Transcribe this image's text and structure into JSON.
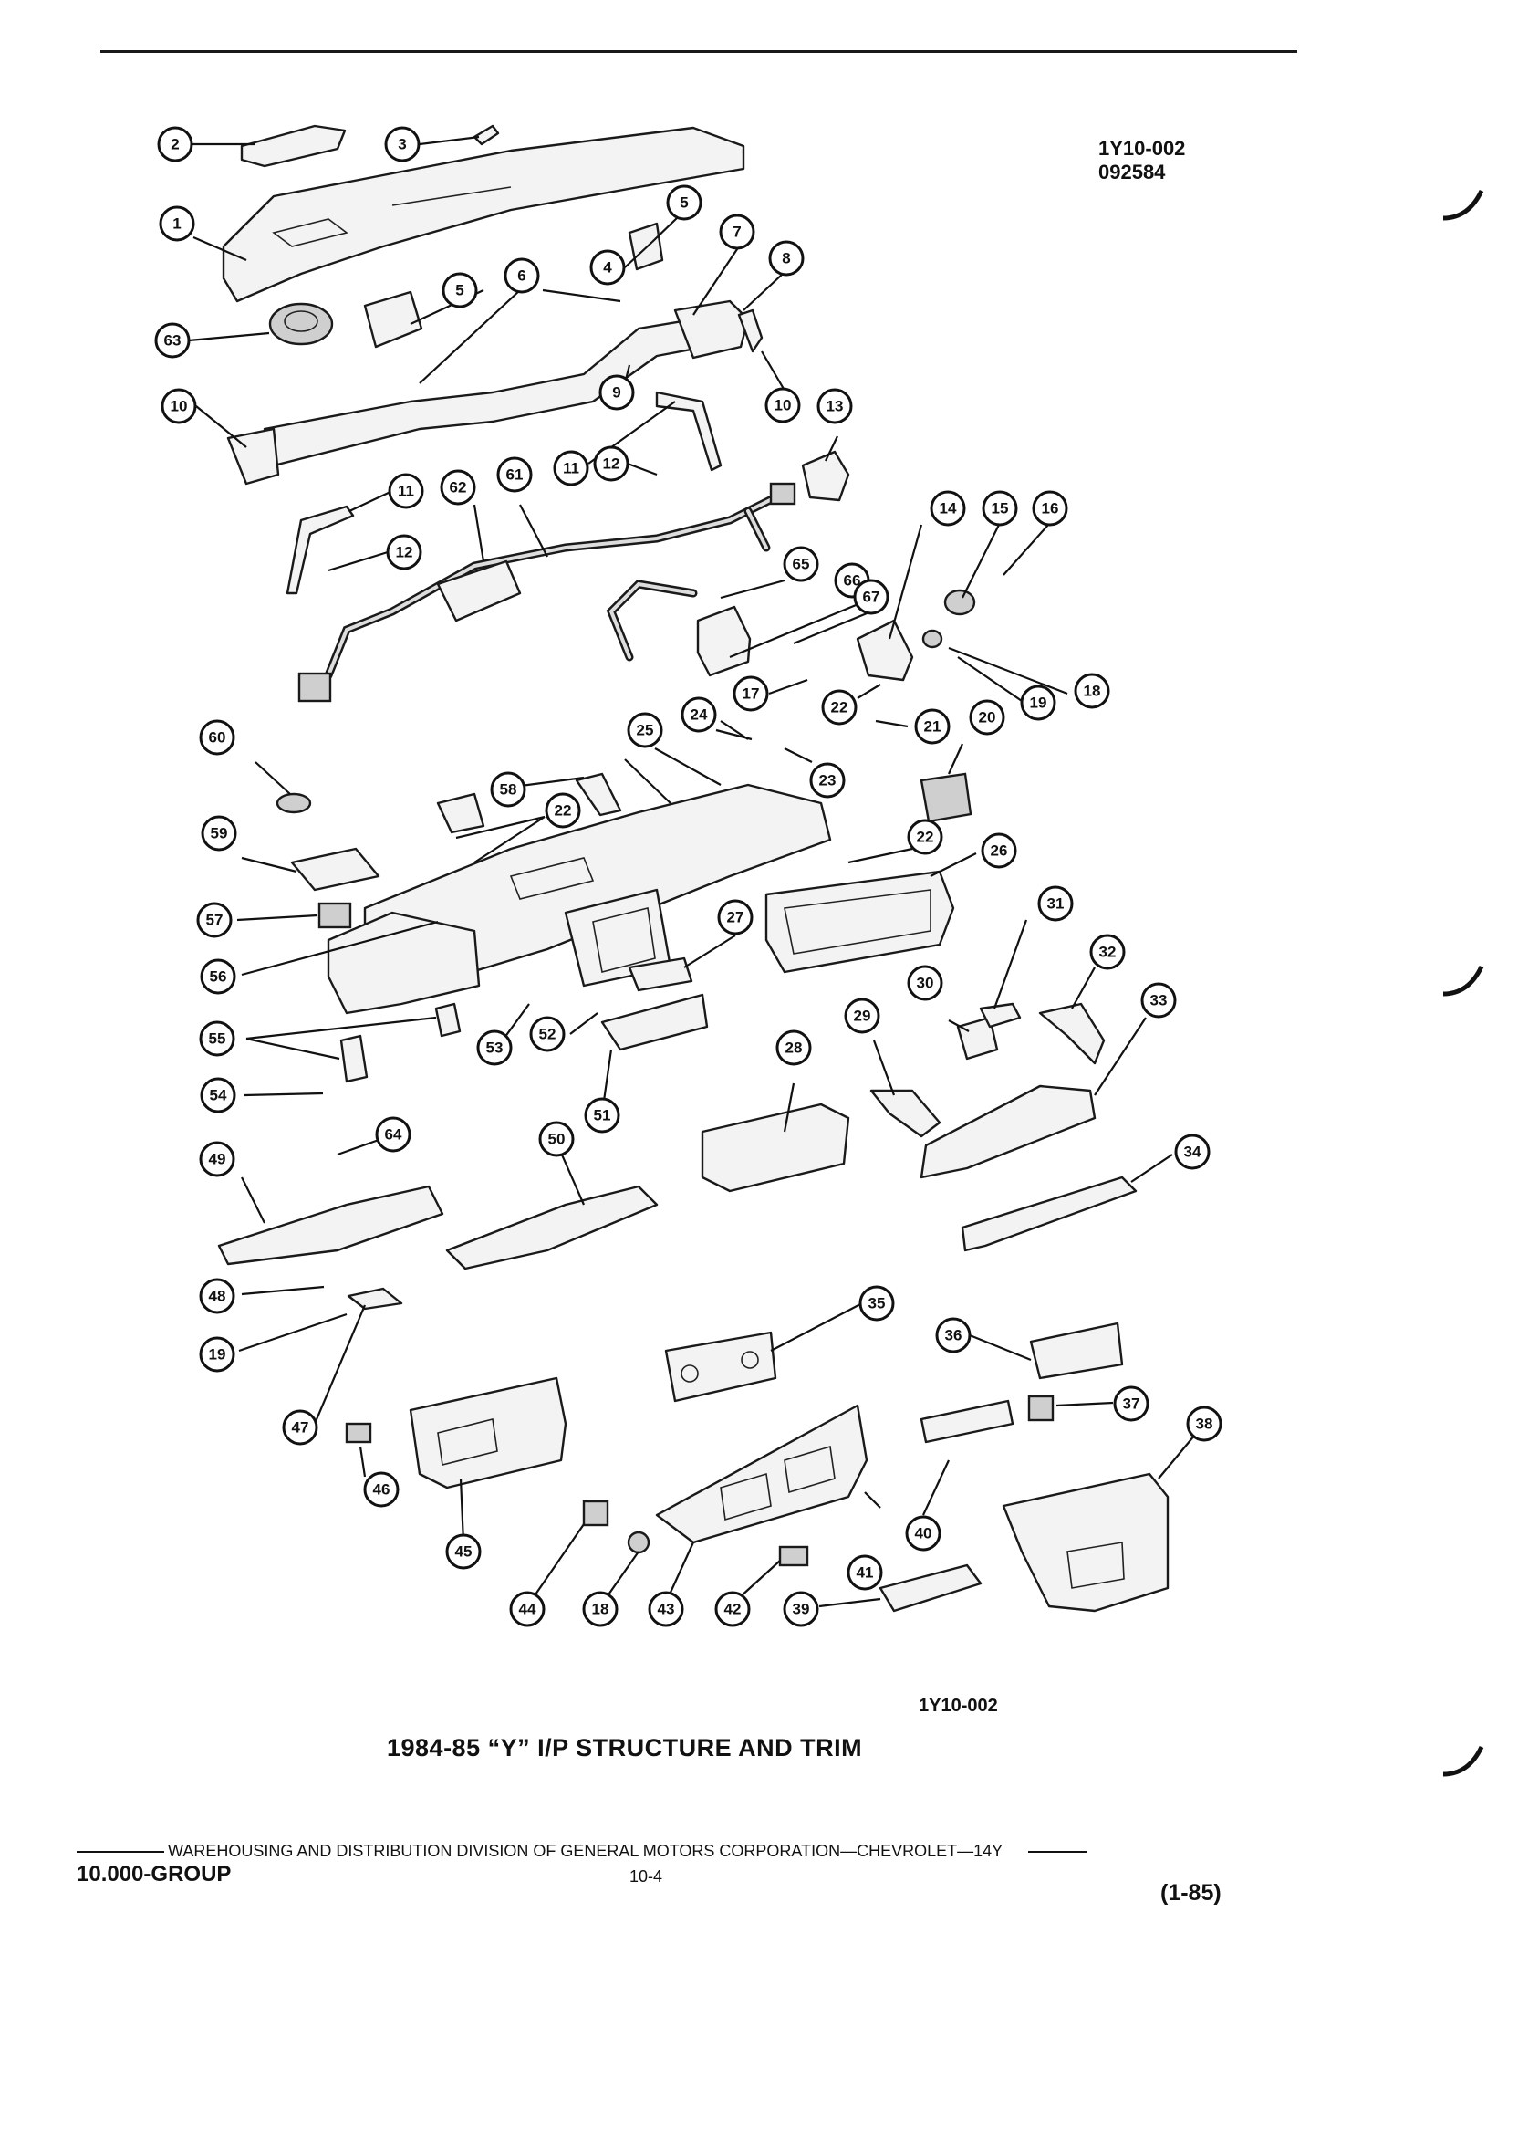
{
  "document": {
    "drawing_code_top": "1Y10-002",
    "drawing_date_code": "092584",
    "figure_code": "1Y10-002",
    "figure_title": "1984-85 “Y” I/P STRUCTURE AND TRIM"
  },
  "callouts": [
    "1",
    "2",
    "3",
    "4",
    "5",
    "6",
    "7",
    "8",
    "9",
    "10",
    "11",
    "12",
    "13",
    "14",
    "15",
    "16",
    "17",
    "18",
    "19",
    "20",
    "21",
    "22",
    "23",
    "24",
    "25",
    "26",
    "27",
    "28",
    "29",
    "30",
    "31",
    "32",
    "33",
    "34",
    "35",
    "36",
    "37",
    "38",
    "39",
    "40",
    "41",
    "42",
    "43",
    "44",
    "45",
    "46",
    "47",
    "48",
    "49",
    "50",
    "51",
    "52",
    "53",
    "54",
    "55",
    "56",
    "57",
    "58",
    "59",
    "60",
    "61",
    "62",
    "63",
    "64",
    "65",
    "66",
    "67"
  ],
  "footer": {
    "division_line": "WAREHOUSING AND DISTRIBUTION  DIVISION OF GENERAL MOTORS CORPORATION—CHEVROLET—14Y",
    "group": "10.000-GROUP",
    "page": "10-4",
    "date": "(1-85)"
  }
}
